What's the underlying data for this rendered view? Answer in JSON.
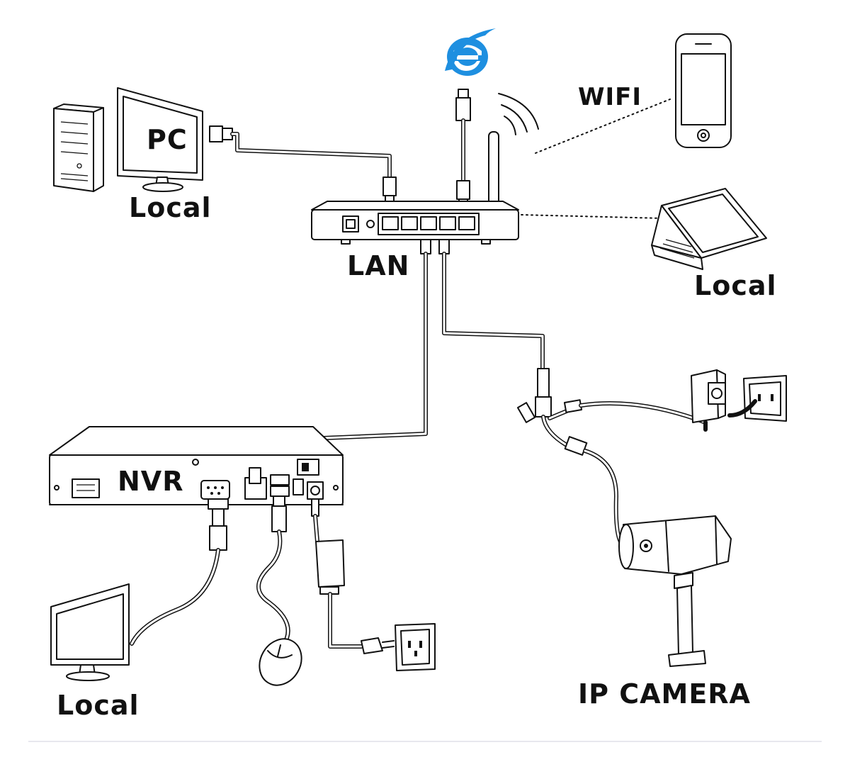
{
  "labels": {
    "pc": "PC",
    "pc_local": "Local",
    "lan": "LAN",
    "wifi": "WIFI",
    "laptop_local": "Local",
    "nvr": "NVR",
    "monitor_local": "Local",
    "ip_camera": "IP CAMERA"
  },
  "icons": {
    "browser": "internet-explorer-icon",
    "router": "router-icon",
    "phone": "smartphone-icon",
    "laptop": "laptop-icon",
    "desktop": "desktop-computer-icon",
    "camera": "bullet-camera-icon"
  },
  "colors": {
    "line": "#111111",
    "browser_blue": "#1e8fe0"
  }
}
